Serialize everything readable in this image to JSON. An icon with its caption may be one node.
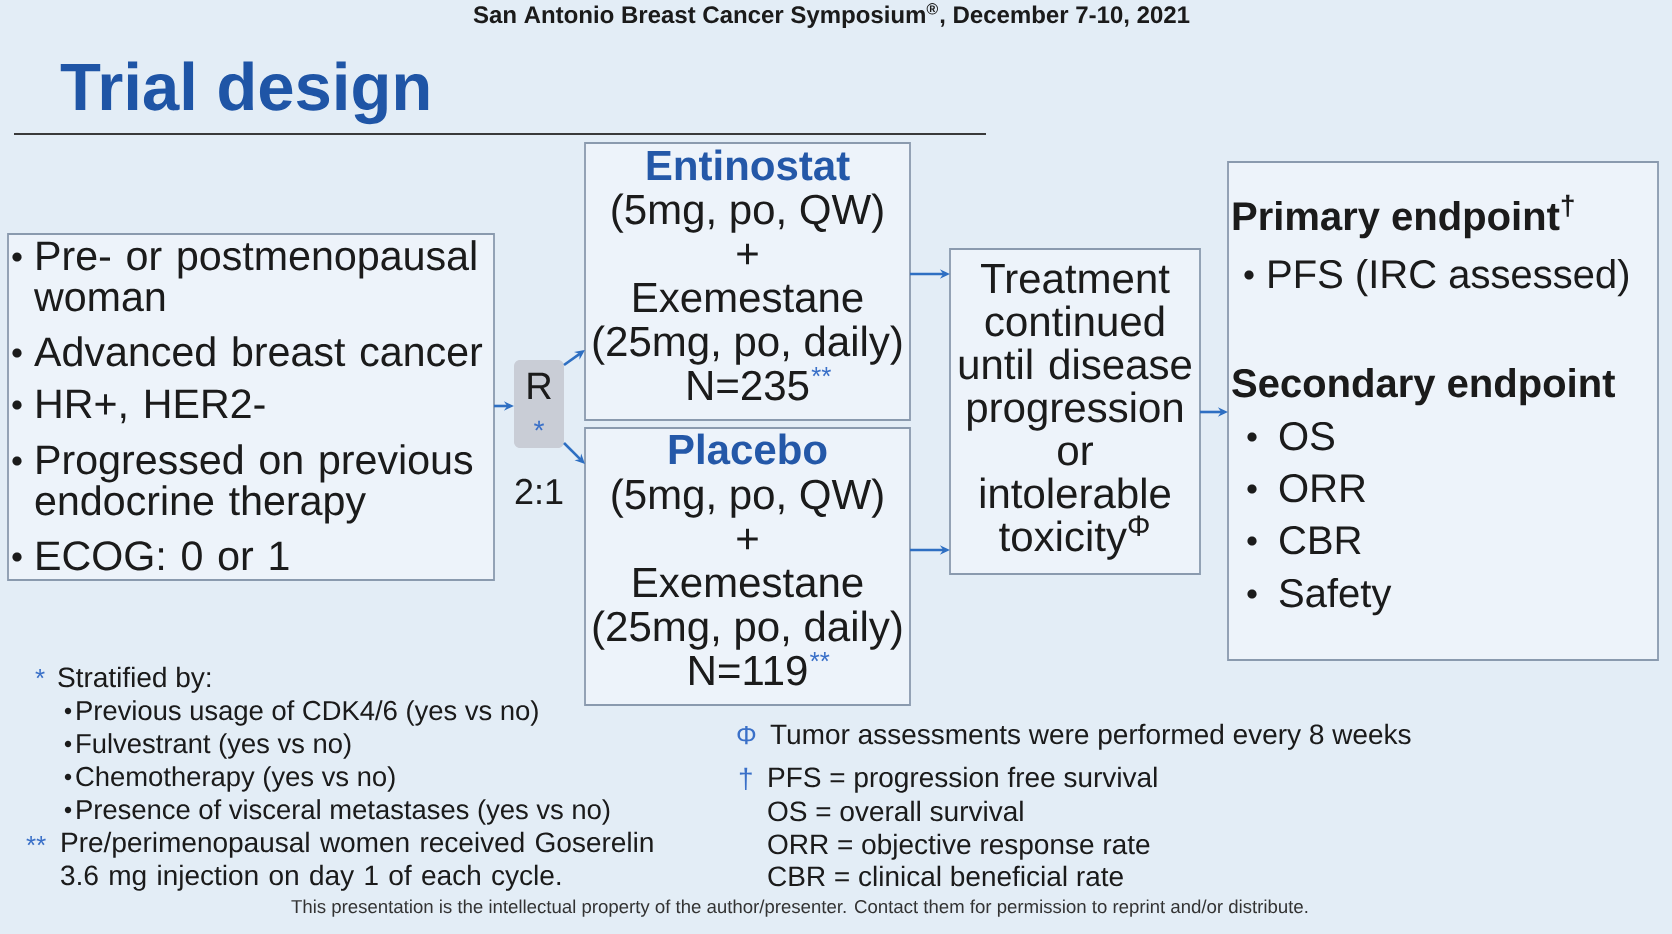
{
  "diagram": {
    "title": "Trial design",
    "nodes": [
      {
        "text": [
          "Pre- or postmenopausal woman",
          "Advanced breast cancer",
          "HR+, HER2-",
          "Progressed on previous endocrine therapy",
          "ECOG: 0 or 1"
        ]
      },
      {
        "text": [
          "R",
          "*"
        ],
        "beside": [
          "2:1"
        ]
      },
      {
        "text": [
          "Entinostat",
          "(5mg, po, QW)",
          "+",
          "Exemestane",
          "(25mg, po, daily)",
          "N=235",
          "**"
        ]
      },
      {
        "text": [
          "Placebo",
          "(5mg, po, QW)",
          "+",
          "Exemestane",
          "(25mg, po, daily)",
          "N=119",
          "**"
        ]
      },
      {
        "text": [
          "Treatment continued until disease progression or intolerable toxicity$^{Φ}$"
        ]
      },
      {
        "text": [
          "Primary endpoint$^{†}$",
          "PFS (IRC assessed)",
          "Secondary endpoint",
          "OS",
          "ORR",
          "CBR",
          "Safety"
        ]
      }
    ],
    "edges": [
      {
        "from": 0,
        "to": 1,
        "arrow": "to"
      },
      {
        "from": 1,
        "to": 2,
        "arrow": "to"
      },
      {
        "from": 1,
        "to": 3,
        "arrow": "to"
      },
      {
        "from": 2,
        "to": 4,
        "arrow": "to"
      },
      {
        "from": 3,
        "to": 4,
        "arrow": "to"
      },
      {
        "from": 4,
        "to": 5,
        "arrow": "to"
      }
    ],
    "labels": [
      "San Antonio Breast Cancer Symposium$^{®}$, December 7-10, 2021",
      "*",
      "Stratified by:",
      "Previous usage of CDK4/6 (yes vs no)",
      "Fulvestrant (yes vs no)",
      "Chemotherapy (yes vs no)",
      "Presence of visceral metastases (yes vs no)",
      "**",
      "Pre/perimenopausal women received Goserelin 3.6 mg injection on day 1 of each cycle.",
      "Φ",
      "Tumor assessments were performed every 8 weeks",
      "†",
      "PFS = progression free survival",
      "OS = overall survival",
      "ORR = objective response rate",
      "CBR = clinical beneficial rate",
      "This presentation is the intellectual property of the author/presenter. Contact them for permission to reprint and/or distribute."
    ]
  }
}
